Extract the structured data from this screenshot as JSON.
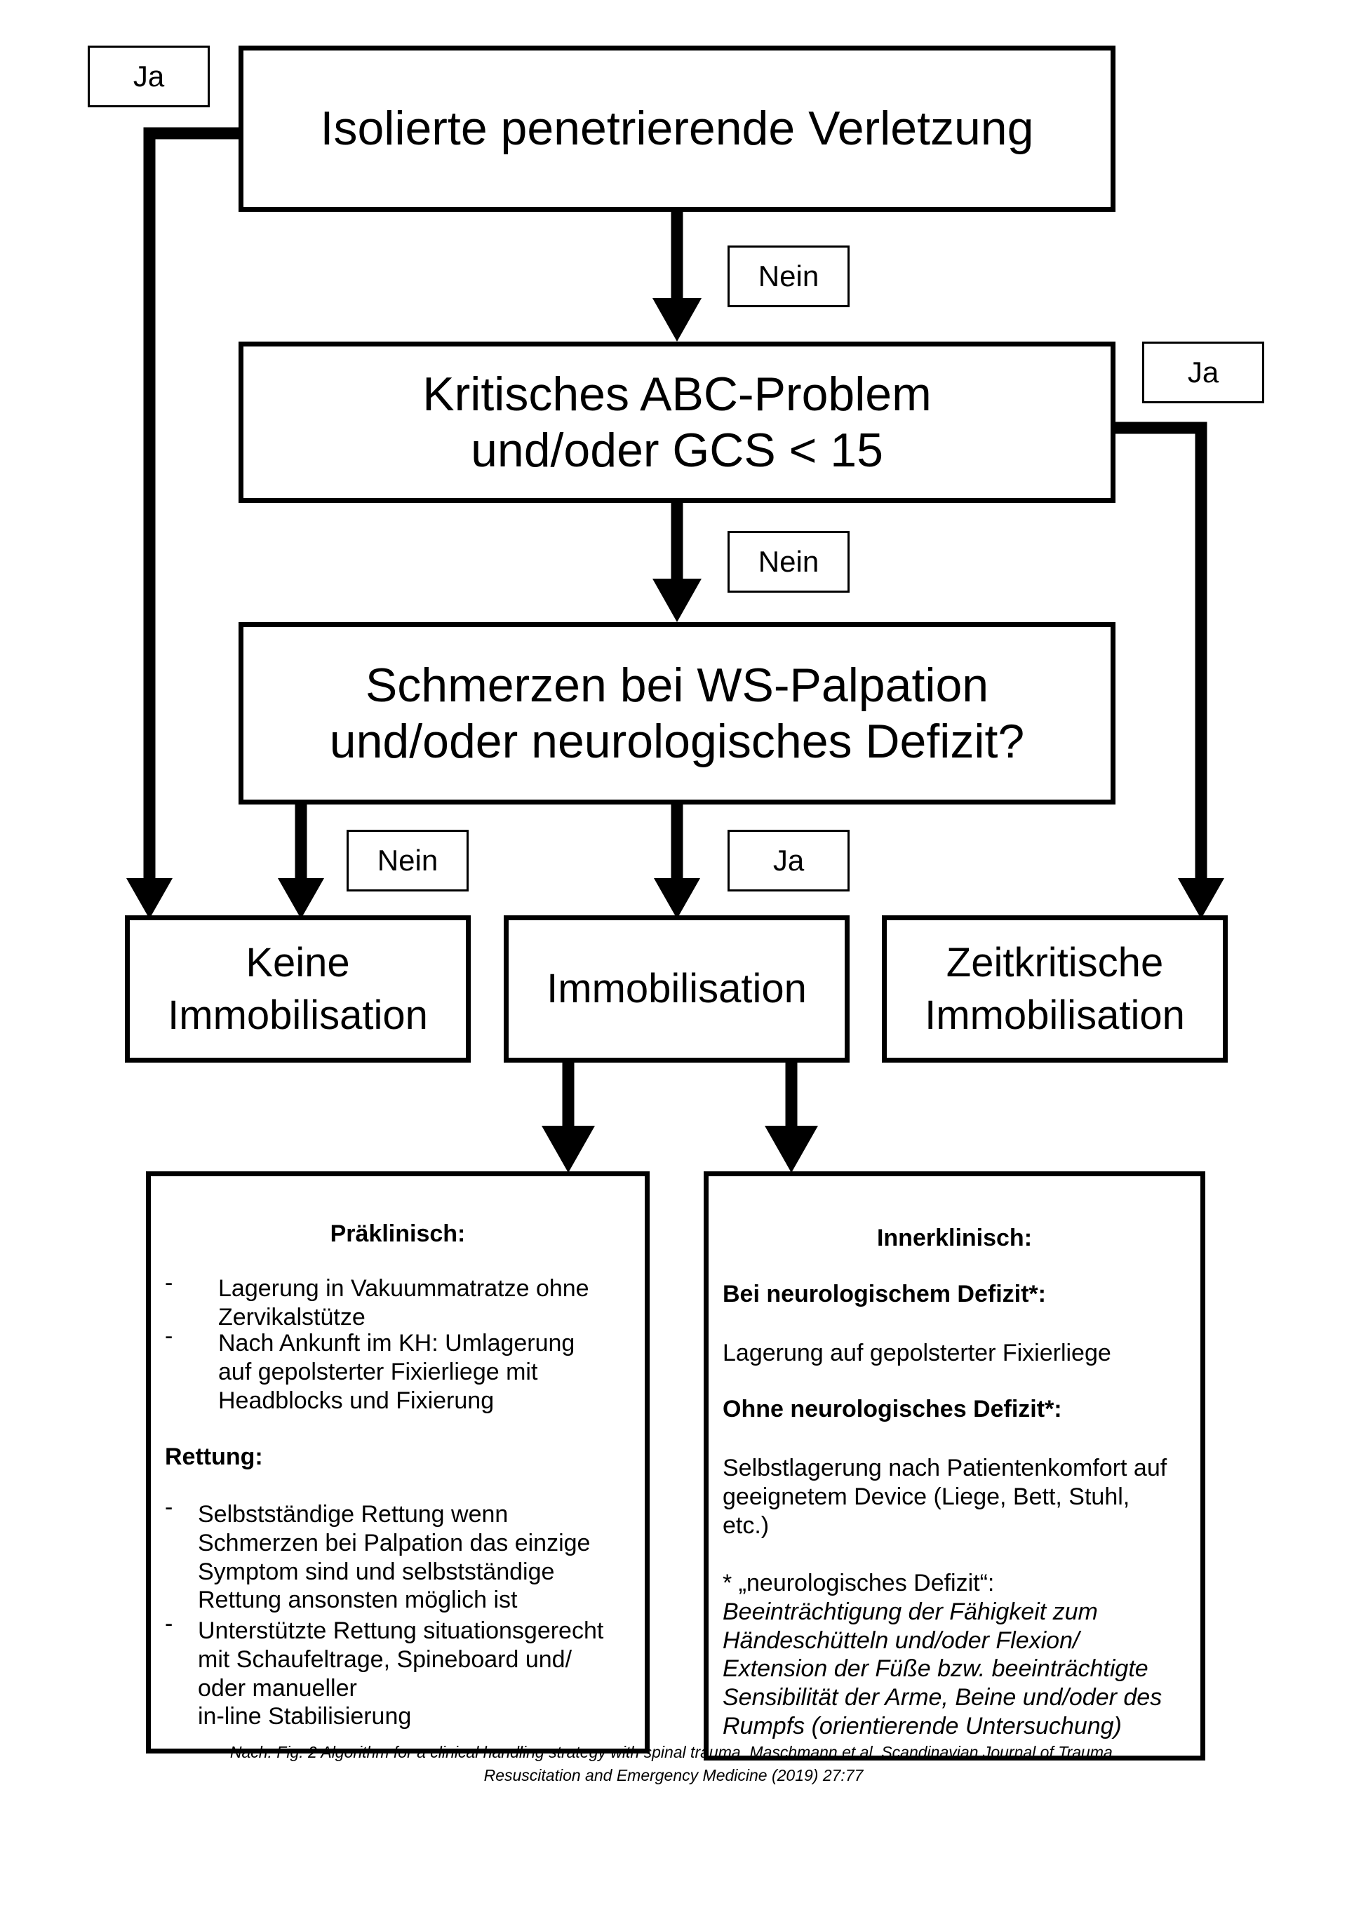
{
  "nodes": {
    "q1": "Isolierte penetrierende Verletzung",
    "q2_line1": "Kritisches ABC-Problem",
    "q2_line2": "und/oder GCS < 15",
    "q3_line1": "Schmerzen bei WS-Palpation",
    "q3_line2": "und/oder neurologisches Defizit?",
    "keine_line1": "Keine",
    "keine_line2": "Immobilisation",
    "immobilisation": "Immobilisation",
    "zeit_line1": "Zeitkritische",
    "zeit_line2": "Immobilisation"
  },
  "edge_labels": {
    "q1_ja": "Ja",
    "q1_nein": "Nein",
    "q2_ja": "Ja",
    "q2_nein": "Nein",
    "q3_nein": "Nein",
    "q3_ja": "Ja"
  },
  "praeklinisch": {
    "heading": "Präklinisch:",
    "item1_line1": "Lagerung in Vakuummatratze ohne",
    "item1_line2": "Zervikalstütze",
    "item2_line1": "Nach Ankunft im KH: Umlagerung",
    "item2_line2": "auf gepolsterter Fixierliege mit",
    "item2_line3": "Headblocks und Fixierung",
    "rettung_heading": "Rettung:",
    "r1_line1": "Selbstständige Rettung wenn",
    "r1_line2": "Schmerzen bei Palpation das einzige",
    "r1_line3": "Symptom sind und selbstständige",
    "r1_line4": "Rettung ansonsten möglich ist",
    "r2_line1": "Unterstützte Rettung situationsgerecht",
    "r2_line2": "mit Schaufeltrage, Spineboard und/",
    "r2_line3": "oder manueller",
    "r2_line4": "in-line Stabilisierung",
    "dash": "-"
  },
  "innerklinisch": {
    "heading": "Innerklinisch:",
    "neuro_heading": "Bei neurologischem Defizit*:",
    "neuro_text": "Lagerung auf gepolsterter Fixierliege",
    "ohne_heading": "Ohne neurologisches Defizit*:",
    "ohne_line1": "Selbstlagerung nach Patientenkomfort auf",
    "ohne_line2": "geeignetem Device (Liege, Bett, Stuhl,",
    "ohne_line3": "etc.)",
    "note_line1": "* „neurologisches Defizit“:",
    "note_line2": "Beeinträchtigung der Fähigkeit zum",
    "note_line3": "Händeschütteln und/oder Flexion/",
    "note_line4": "Extension der Füße bzw. beeinträchtigte",
    "note_line5": "Sensibilität der Arme, Beine und/oder des",
    "note_line6": "Rumpfs (orientierende Untersuchung)"
  },
  "caption": {
    "line1": "Nach: Fig. 2 Algorithm for a clinical handling strategy with spinal trauma, Maschmann et al. Scandinavian Journal of Trauma,",
    "line2": "Resuscitation and Emergency Medicine (2019) 27:77"
  }
}
